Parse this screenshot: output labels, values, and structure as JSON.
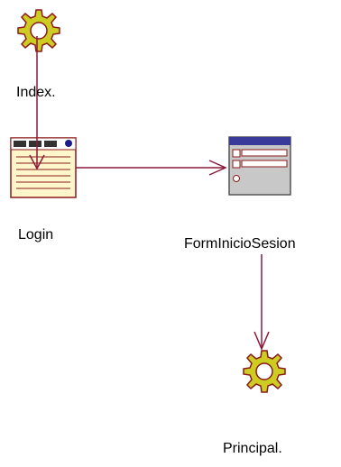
{
  "diagram": {
    "nodes": [
      {
        "id": "index",
        "label": "Index.",
        "kind": "server-page"
      },
      {
        "id": "login",
        "label": "Login",
        "kind": "client-page"
      },
      {
        "id": "form",
        "label": "FormInicioSesion",
        "kind": "html-form"
      },
      {
        "id": "principal",
        "label": "Principal.",
        "kind": "server-page"
      }
    ],
    "edges": [
      {
        "from": "index",
        "to": "login"
      },
      {
        "from": "login",
        "to": "form"
      },
      {
        "from": "form",
        "to": "principal"
      }
    ],
    "colors": {
      "edge": "#8b1a3a",
      "gear_fill": "#cccc22",
      "gear_stroke": "#8b1a1a",
      "page_fill": "#fff6cc",
      "page_stroke": "#8b1a1a",
      "form_fill": "#c8c8c8",
      "form_header": "#3a3a9a"
    }
  }
}
